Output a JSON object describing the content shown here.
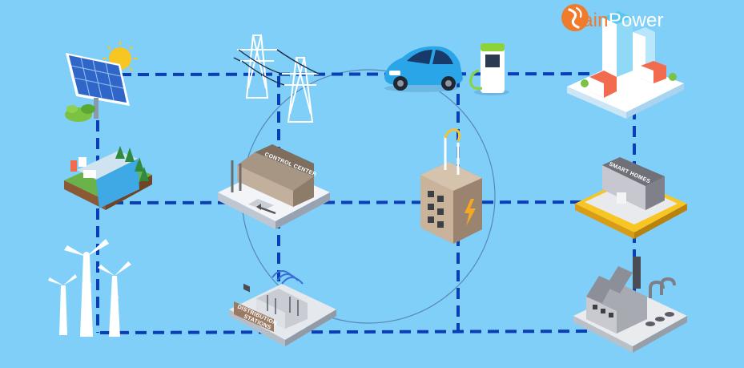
{
  "brand": {
    "name_part1": "Etain",
    "name_part2": "Power",
    "primary_color": "#ef7b2b",
    "secondary_color": "#ffffff"
  },
  "colors": {
    "background": "#7fcff9",
    "connector": "#0b3fb5",
    "ring": "#5a86b8"
  },
  "nodes": [
    {
      "id": "solar-panel",
      "icon": "solar-panel-icon"
    },
    {
      "id": "transmission-tower",
      "icon": "transmission-tower-icon"
    },
    {
      "id": "electric-car",
      "icon": "electric-car-icon"
    },
    {
      "id": "charging-station",
      "icon": "charging-station-icon"
    },
    {
      "id": "city",
      "icon": "city-icon"
    },
    {
      "id": "hydro-dam",
      "icon": "hydro-dam-icon"
    },
    {
      "id": "control-center",
      "icon": "control-center-icon",
      "label": "CONTROL CENTER"
    },
    {
      "id": "power-substation",
      "icon": "power-substation-icon"
    },
    {
      "id": "smart-homes",
      "icon": "smart-homes-icon",
      "label": "SMART HOMES"
    },
    {
      "id": "wind-turbines",
      "icon": "wind-turbine-icon"
    },
    {
      "id": "distribution-station",
      "icon": "distribution-station-icon",
      "label_line1": "DISTRIBUTION",
      "label_line2": "STATIONS"
    },
    {
      "id": "factory",
      "icon": "factory-icon"
    }
  ]
}
